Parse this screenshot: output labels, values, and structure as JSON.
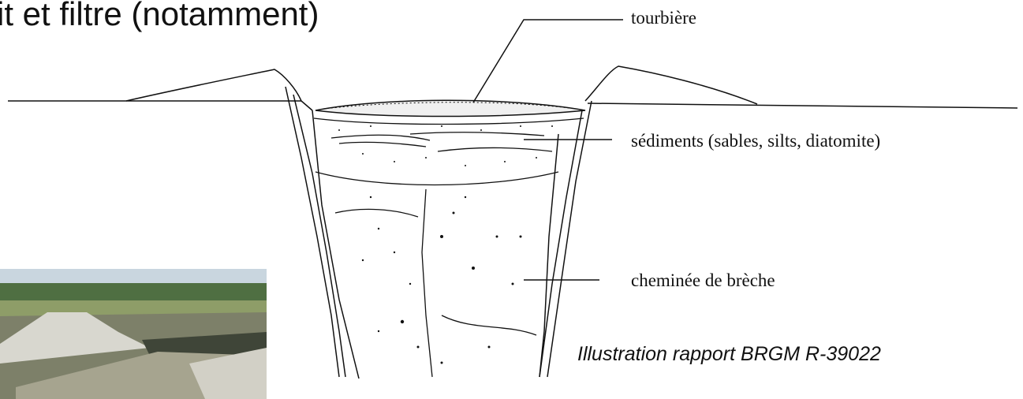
{
  "slide": {
    "title_fragment": "it et filtre (notamment)"
  },
  "diagram": {
    "labels": {
      "peat_bog": "tourbière",
      "sediments": "sédiments (sables, silts, diatomite)",
      "breccia_pipe": "cheminée de brèche"
    },
    "caption": "Illustration rapport BRGM R-39022"
  },
  "photo": {
    "subject": "quarry-photo"
  }
}
